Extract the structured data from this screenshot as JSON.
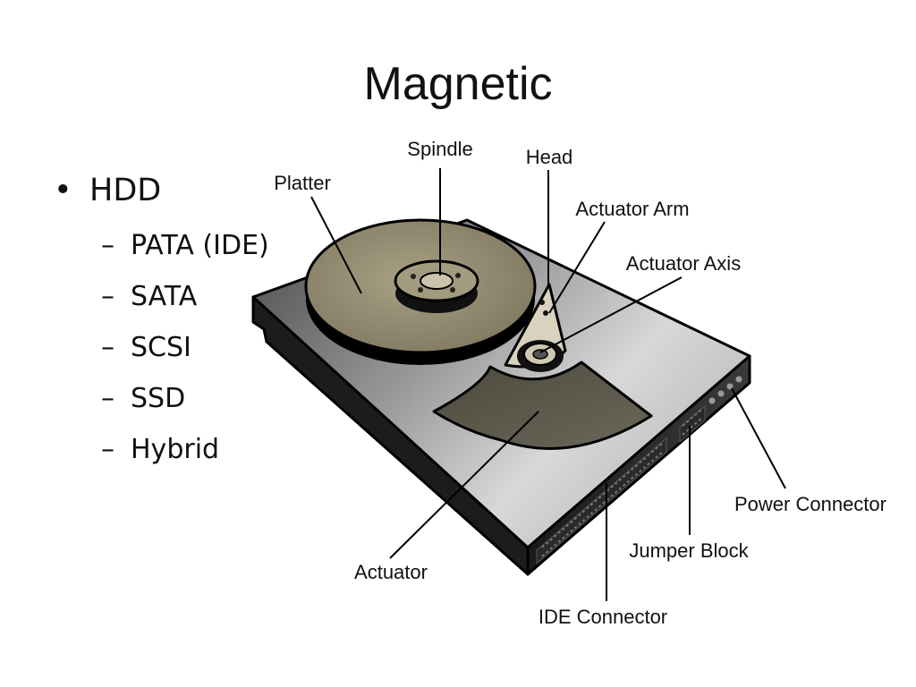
{
  "slide": {
    "title": "Magnetic"
  },
  "bullets": {
    "marker": "•",
    "main": "HDD",
    "sub_marker": "–",
    "sub_items": [
      "PATA (IDE)",
      "SATA",
      "SCSI",
      "SSD",
      "Hybrid"
    ]
  },
  "diagram": {
    "labels": {
      "spindle": "Spindle",
      "head": "Head",
      "platter": "Platter",
      "actuator_arm": "Actuator Arm",
      "actuator_axis": "Actuator Axis",
      "power_connector": "Power Connector",
      "jumper_block": "Jumper Block",
      "actuator": "Actuator",
      "ide_connector": "IDE Connector"
    }
  }
}
